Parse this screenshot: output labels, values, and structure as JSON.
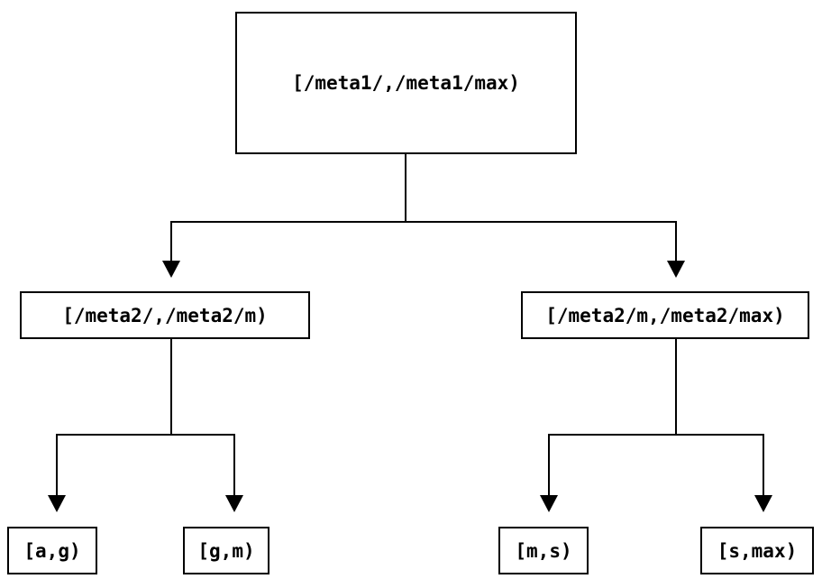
{
  "colors": {
    "background": "#ffffff",
    "line": "#000000",
    "text": "#000000"
  },
  "diagram": {
    "type": "binary-interval-tree",
    "root": {
      "label": "[/meta1/,/meta1/max)"
    },
    "level2": [
      {
        "label": "[/meta2/,/meta2/m)"
      },
      {
        "label": "[/meta2/m,/meta2/max)"
      }
    ],
    "leaves": [
      {
        "label": "[a,g)"
      },
      {
        "label": "[g,m)"
      },
      {
        "label": "[m,s)"
      },
      {
        "label": "[s,max)"
      }
    ]
  }
}
